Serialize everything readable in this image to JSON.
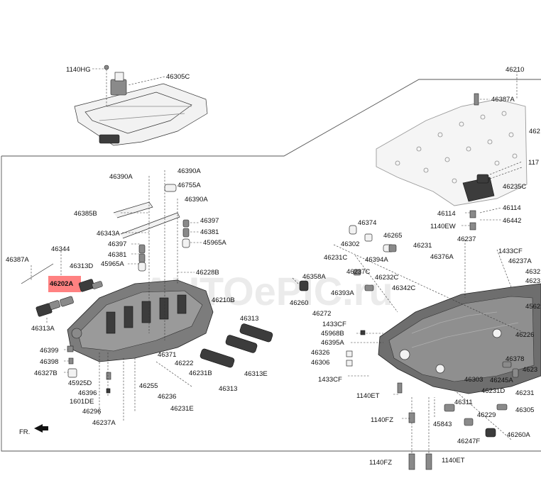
{
  "watermark": "AUTOePIC.ru",
  "front_label": "FR.",
  "highlighted_part": "46202A",
  "part_labels": {
    "p1140HG": "1140HG",
    "p46305C": "46305C",
    "p46210": "46210",
    "p46387A_r": "46387A",
    "p462_r": "462",
    "p117": "117",
    "p46235C": "46235C",
    "p46114a": "46114",
    "p46114b": "46114",
    "p1140EW": "1140EW",
    "p46442": "46442",
    "p46390A_l": "46390A",
    "p46390A_m": "46390A",
    "p46755A": "46755A",
    "p46390A_b": "46390A",
    "p46385B": "46385B",
    "p46397a": "46397",
    "p46381a": "46381",
    "p46343A": "46343A",
    "p46397b": "46397",
    "p46381b": "46381",
    "p45965A_l": "45965A",
    "p45965A_r": "45965A",
    "p46387A_l": "46387A",
    "p46344": "46344",
    "p46313D": "46313D",
    "p46228B": "46228B",
    "p46202A": "46202A",
    "p46210B": "46210B",
    "p46313A": "46313A",
    "p46313_a": "46313",
    "p46399": "46399",
    "p46398": "46398",
    "p46327B": "46327B",
    "p45925D": "45925D",
    "p46396": "46396",
    "p1601DE": "1601DE",
    "p46296": "46296",
    "p46237A_b": "46237A",
    "p46371": "46371",
    "p46222": "46222",
    "p46231B": "46231B",
    "p46313E": "46313E",
    "p46255": "46255",
    "p46236": "46236",
    "p46313_b": "46313",
    "p46231E": "46231E",
    "p46374": "46374",
    "p46302": "46302",
    "p46265": "46265",
    "p46231C": "46231C",
    "p46394A": "46394A",
    "p46231": "46231",
    "p46376A": "46376A",
    "p46237": "46237",
    "p1433CF_t": "1433CF",
    "p46237A_r": "46237A",
    "p4632_r": "4632",
    "p4623_r": "4623",
    "p46358A": "46358A",
    "p46237C": "46237C",
    "p46232C": "46232C",
    "p46342C": "46342C",
    "p46393A": "46393A",
    "p46260": "46260",
    "p46272": "46272",
    "p4562_r": "4562",
    "p1433CF_m": "1433CF",
    "p45968B": "45968B",
    "p46395A": "46395A",
    "p46326": "46326",
    "p46306": "46306",
    "p46226": "46226",
    "p46378": "46378",
    "p4623_r2": "4623",
    "p1433CF_b": "1433CF",
    "p46303": "46303",
    "p46245A": "46245A",
    "p46231D": "46231D",
    "p46231_b": "46231",
    "p1140ET_m": "1140ET",
    "p46311": "46311",
    "p46229": "46229",
    "p46305": "46305",
    "p1140FZ_m": "1140FZ",
    "p45843": "45843",
    "p46247F": "46247F",
    "p46260A": "46260A",
    "p1140FZ_b": "1140FZ",
    "p1140ET_b": "1140ET"
  }
}
